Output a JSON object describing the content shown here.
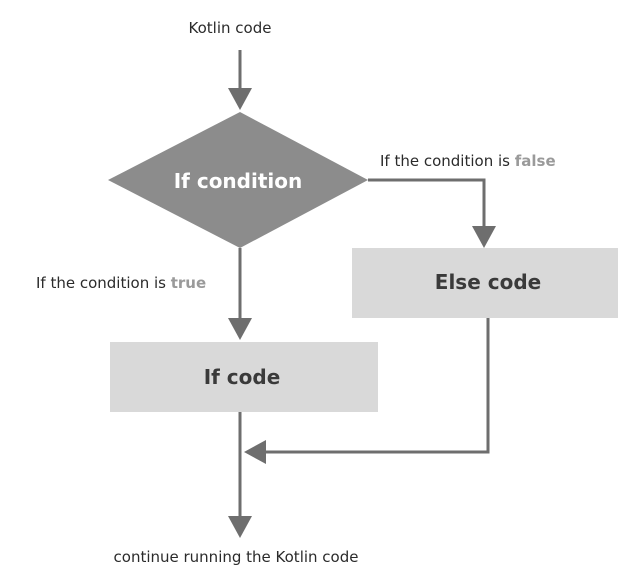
{
  "start_label": "Kotlin code",
  "decision": {
    "label": "If condition"
  },
  "false_branch": {
    "prefix": "If the condition is ",
    "keyword": "false",
    "box_label": "Else code"
  },
  "true_branch": {
    "prefix": "If the condition is ",
    "keyword": "true",
    "box_label": "If code"
  },
  "end_label": "continue running the Kotlin code",
  "colors": {
    "diamond": "#8c8c8c",
    "box": "#d9d9d9",
    "arrow": "#6e6e6e",
    "keyword": "#9a9a9a"
  }
}
